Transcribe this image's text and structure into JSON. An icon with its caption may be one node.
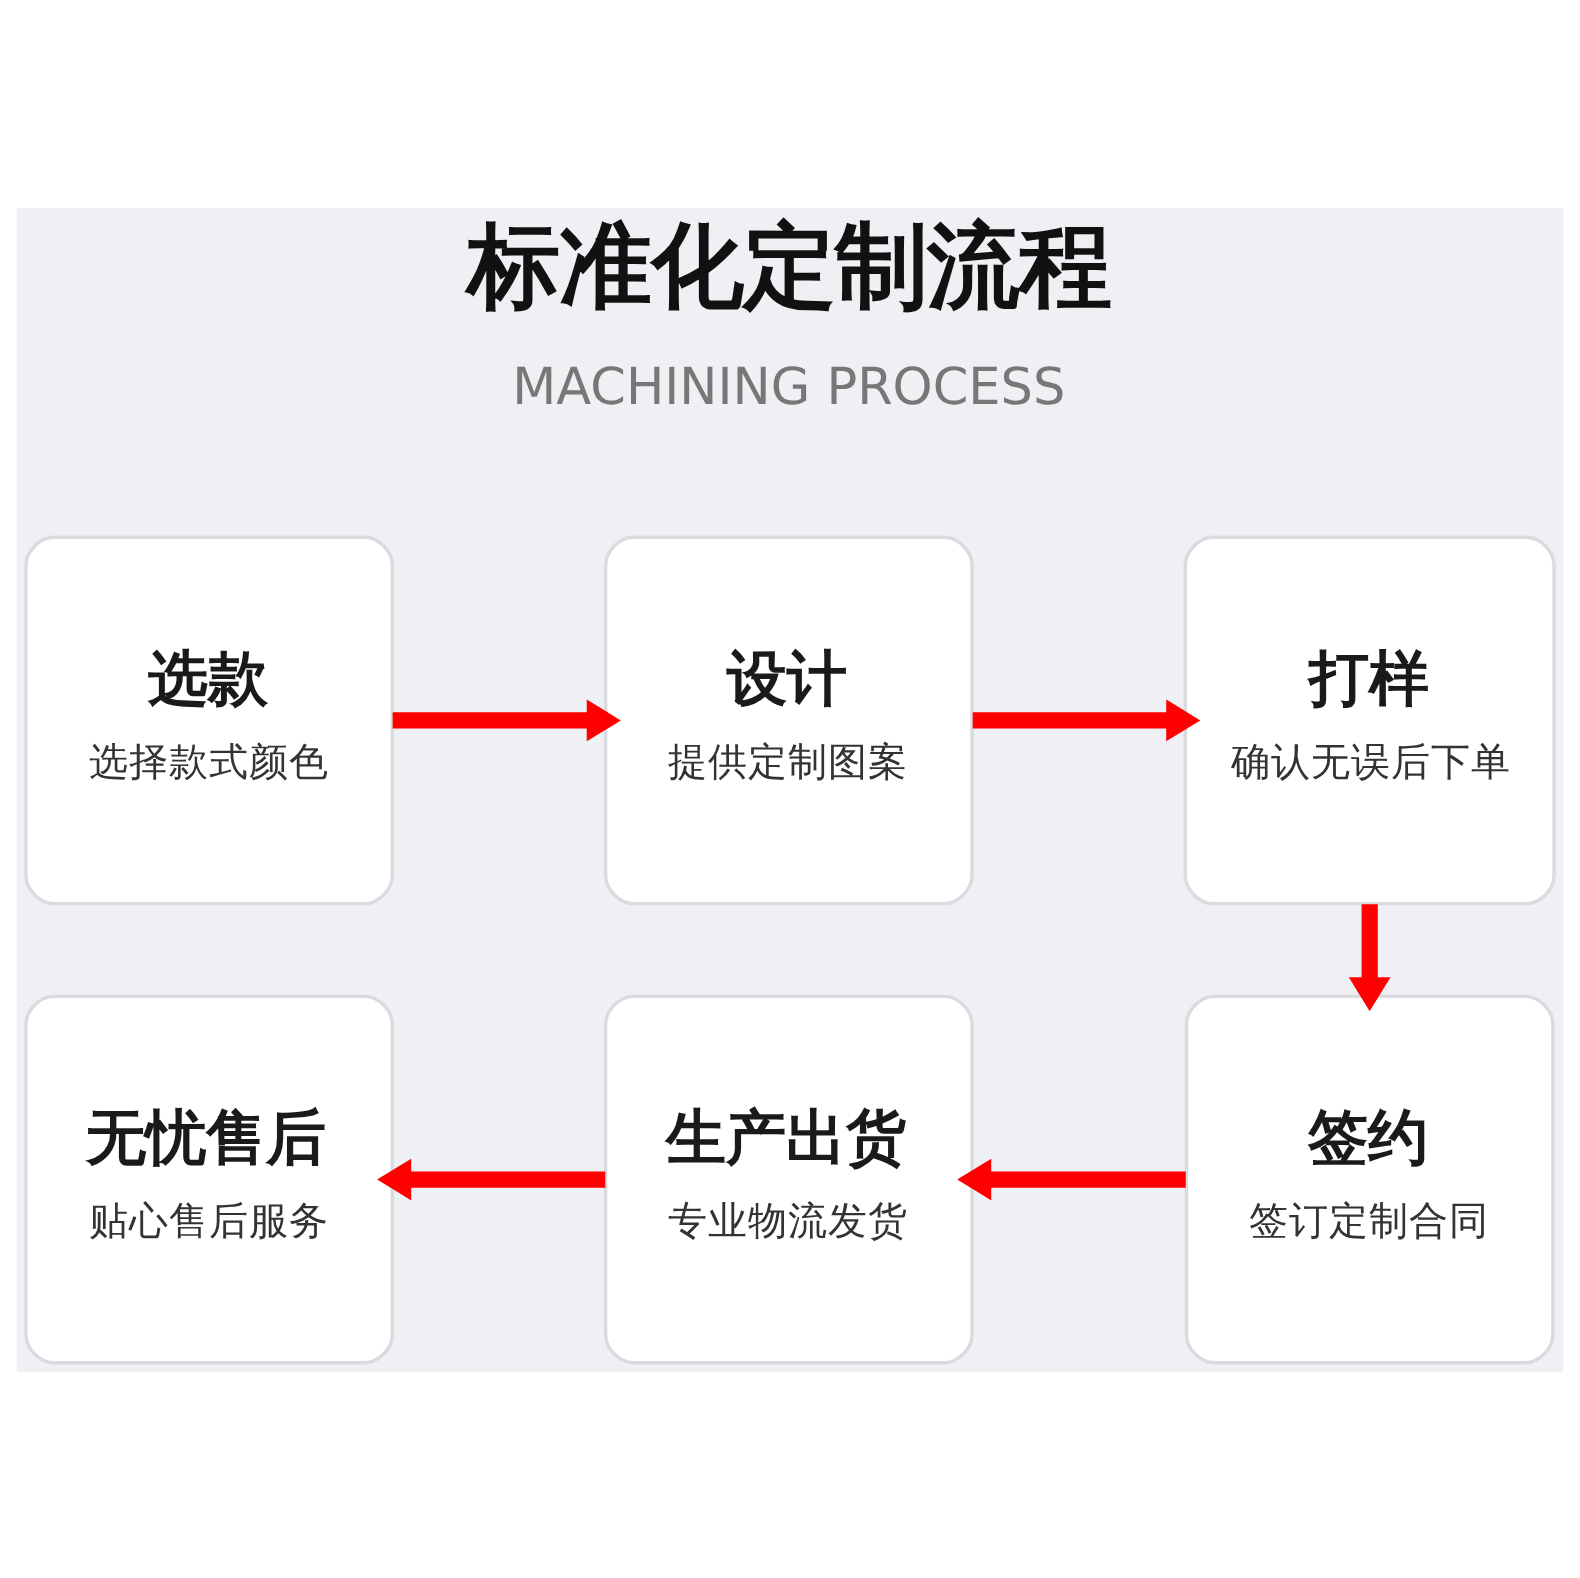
{
  "diagram": {
    "title": "标准化定制流程",
    "nodes": [
      {
        "text": [
          "选款",
          "选择款式颜色"
        ]
      },
      {
        "text": [
          "设计",
          "提供定制图案"
        ]
      },
      {
        "text": [
          "打样",
          "确认无误后下单"
        ]
      },
      {
        "text": [
          "无忧售后",
          "贴心售后服务"
        ]
      },
      {
        "text": [
          "生产出货",
          "专业物流发货"
        ]
      },
      {
        "text": [
          "签约",
          "签订定制合同"
        ]
      }
    ],
    "edges": [
      {
        "from": 0,
        "to": 1,
        "arrow": "to"
      },
      {
        "from": 1,
        "to": 2,
        "arrow": "to"
      },
      {
        "from": 2,
        "to": 5,
        "arrow": "to"
      },
      {
        "from": 5,
        "to": 4,
        "arrow": "to"
      },
      {
        "from": 4,
        "to": 3,
        "arrow": "to"
      }
    ],
    "labels": [
      "MACHINING PROCESS"
    ]
  }
}
